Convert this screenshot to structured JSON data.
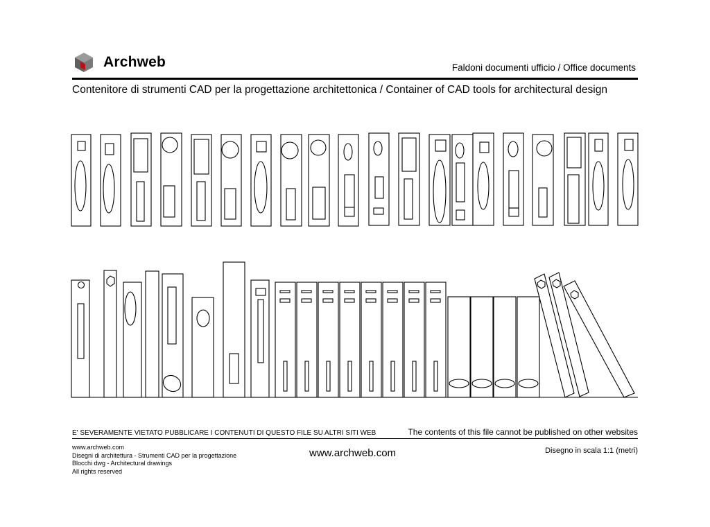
{
  "header": {
    "brand": "Archweb",
    "doc_title": "Faldoni documenti ufficio  /  Office documents",
    "subtitle": "Contenitore di strumenti CAD per la progettazione architettonica  /  Container of CAD tools for architectural design",
    "logo_colors": {
      "top": "#9a9a9a",
      "left": "#5f5f5f",
      "right": "#b3131b"
    }
  },
  "footer": {
    "warning_it": "E' SEVERAMENTE VIETATO PUBBLICARE I CONTENUTI DI QUESTO FILE SU ALTRI SITI WEB",
    "warning_en": "The contents of this file cannot be published on other websites",
    "credits": [
      "www.archweb.com",
      "Disegni di architettura - Strumenti CAD  per la progettazione",
      "Blocchi dwg - Architectural drawings",
      "All rights reserved"
    ],
    "site": "www.archweb.com",
    "scale": "Disegno in scala 1:1 (metri)"
  }
}
